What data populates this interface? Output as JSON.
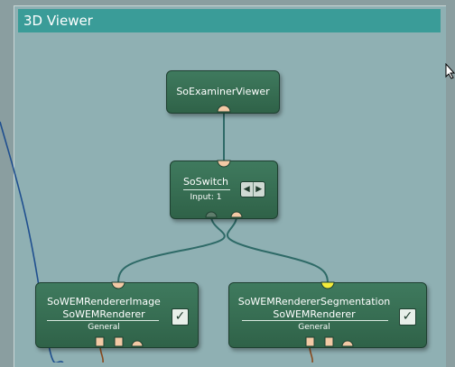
{
  "group": {
    "title": "3D Viewer"
  },
  "nodes": {
    "examiner": {
      "title": "SoExaminerViewer"
    },
    "switch": {
      "title": "SoSwitch",
      "subtitle": "Input: 1"
    },
    "renderer_image": {
      "title": "SoWEMRendererImage",
      "type": "SoWEMRenderer",
      "group": "General",
      "checked": "✓"
    },
    "renderer_seg": {
      "title": "SoWEMRendererSegmentation",
      "type": "SoWEMRenderer",
      "group": "General",
      "checked": "✓"
    }
  },
  "switch_controls": {
    "prev": "◀",
    "next": "▶"
  },
  "colors": {
    "background": "#8a9ea0",
    "group_fill": "#8fb0b3",
    "header": "#3a9c98",
    "node": "#2f6248",
    "connector": "#f3c9a5",
    "connector_highlight": "#f3ec3a",
    "wire": "#2e6a67",
    "edge_line": "#1f4f8f",
    "field_wire": "#8a4a1e"
  }
}
